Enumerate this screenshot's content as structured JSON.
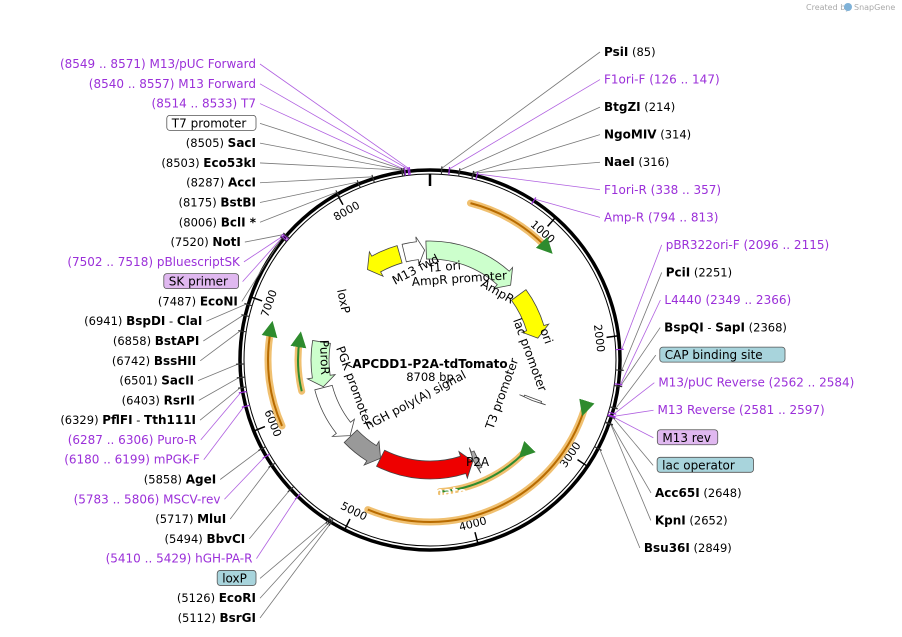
{
  "credit": {
    "prefix": "Created by",
    "brand": "SnapGene"
  },
  "plasmid": {
    "name": "APCDD1-P2A-tdTomato",
    "size_label": "8708 bp",
    "length": 8708
  },
  "ticks": [
    {
      "bp": 1000,
      "label": "1000"
    },
    {
      "bp": 2000,
      "label": "2000"
    },
    {
      "bp": 3000,
      "label": "3000"
    },
    {
      "bp": 4000,
      "label": "4000"
    },
    {
      "bp": 5000,
      "label": "5000"
    },
    {
      "bp": 6000,
      "label": "6000"
    },
    {
      "bp": 7000,
      "label": "7000"
    },
    {
      "bp": 8000,
      "label": "8000"
    }
  ],
  "features": [
    {
      "name": "f1 ori",
      "start": 7870,
      "end": 8320,
      "color": "#ffff00",
      "ring": 0,
      "dir": -1
    },
    {
      "name": "AmpR promoter",
      "start": 8380,
      "end": 8640,
      "color": "#ffffff",
      "ring": 0,
      "dir": 1
    },
    {
      "name": "AmpR",
      "start": 8660,
      "end": 1140,
      "color": "#ccffcc",
      "ring": 0,
      "dir": 1
    },
    {
      "name": "ori",
      "start": 1300,
      "end": 1900,
      "color": "#ffff00",
      "ring": 0,
      "dir": 1
    },
    {
      "name": "tdTomato",
      "start": 3800,
      "end": 5000,
      "color": "#ee0000",
      "ring": 0,
      "dir": -1
    },
    {
      "name": "hGH poly(A) signal",
      "start": 5000,
      "end": 5470,
      "color": "#999999",
      "ring": 0,
      "dir": -1
    },
    {
      "name": "PGK promoter",
      "start": 5480,
      "end": 6180,
      "color": "#ffffff",
      "ring": 0,
      "dir": -1
    },
    {
      "name": "PuroR",
      "start": 6190,
      "end": 6760,
      "color": "#ccffcc",
      "ring": 0,
      "dir": -1
    },
    {
      "name": "P2A",
      "start": 3730,
      "end": 3790,
      "color": "#aaaaaa",
      "ring": 0,
      "dir": 1
    },
    {
      "name": "T3 promoter",
      "start": 2670,
      "end": 2700,
      "color": "#ffffff",
      "ring": 0,
      "dir": 1
    }
  ],
  "inner_labels": [
    {
      "text": "M13 fwd"
    },
    {
      "text": "f1 ori"
    },
    {
      "text": "AmpR promoter"
    },
    {
      "text": "AmpR"
    },
    {
      "text": "ori"
    },
    {
      "text": "lac promoter"
    },
    {
      "text": "T3 promoter"
    },
    {
      "text": "P2A"
    },
    {
      "text": "tdTomato"
    },
    {
      "text": "hGH poly(A) signal"
    },
    {
      "text": "PGK promoter"
    },
    {
      "text": "PuroR"
    },
    {
      "text": "loxP"
    }
  ],
  "orf_arcs": [
    {
      "start": 350,
      "end": 1120,
      "dir": 1,
      "ring": 1
    },
    {
      "start": 2600,
      "end": 4900,
      "dir": -1,
      "ring": 1
    },
    {
      "start": 3250,
      "end": 4250,
      "dir": -1,
      "ring": 2
    },
    {
      "start": 6200,
      "end": 6750,
      "dir": 1,
      "ring": 2
    },
    {
      "start": 5950,
      "end": 6800,
      "dir": 1,
      "ring": 1
    }
  ],
  "labels": [
    {
      "kind": "enz",
      "name": "PsiI",
      "pos": "(85)",
      "bp": 85
    },
    {
      "kind": "prim",
      "name": "F1ori-F",
      "pos": "(126 .. 147)",
      "bp": 140
    },
    {
      "kind": "enz",
      "name": "BtgZI",
      "pos": "(214)",
      "bp": 214
    },
    {
      "kind": "enz",
      "name": "NgoMIV",
      "pos": "(314)",
      "bp": 314
    },
    {
      "kind": "enz",
      "name": "NaeI",
      "pos": "(316)",
      "bp": 316
    },
    {
      "kind": "prim",
      "name": "F1ori-R",
      "pos": "(338 .. 357)",
      "bp": 345
    },
    {
      "kind": "prim",
      "name": "Amp-R",
      "pos": "(794 .. 813)",
      "bp": 800
    },
    {
      "kind": "prim",
      "name": "pBR322ori-F",
      "pos": "(2096 .. 2115)",
      "bp": 2100
    },
    {
      "kind": "enz",
      "name": "PciI",
      "pos": "(2251)",
      "bp": 2251
    },
    {
      "kind": "prim",
      "name": "L4440",
      "pos": "(2349 .. 2366)",
      "bp": 2355
    },
    {
      "kind": "enz",
      "name": "BspQI",
      "name2": "SapI",
      "pos": "(2368)",
      "bp": 2368
    },
    {
      "kind": "box",
      "name": "CAP binding site",
      "fill": "#a8d4dc",
      "bp": 2530
    },
    {
      "kind": "prim",
      "name": "M13/pUC Reverse",
      "pos": "(2562 .. 2584)",
      "bp": 2570
    },
    {
      "kind": "box",
      "name": "lac operator",
      "fill": "#a8d4dc",
      "bp": 2600
    },
    {
      "kind": "prim",
      "name": "M13 Reverse",
      "pos": "(2581 .. 2597)",
      "bp": 2590
    },
    {
      "kind": "pbox",
      "name": "M13 rev",
      "fill": "#e0b8f0",
      "bp": 2595
    },
    {
      "kind": "enz",
      "name": "Acc65I",
      "pos": "(2648)",
      "bp": 2648
    },
    {
      "kind": "enz",
      "name": "KpnI",
      "pos": "(2652)",
      "bp": 2652
    },
    {
      "kind": "enz",
      "name": "Bsu36I",
      "pos": "(2849)",
      "bp": 2849
    },
    {
      "kind": "enz",
      "name": "BsrGI",
      "pos": "(5112)",
      "bp": 5112
    },
    {
      "kind": "enz",
      "name": "EcoRI",
      "pos": "(5126)",
      "bp": 5126
    },
    {
      "kind": "box",
      "name": "loxP",
      "fill": "#a8d4dc",
      "bp": 5140
    },
    {
      "kind": "prim",
      "name": "hGH-PA-R",
      "pos": "(5410 .. 5429)",
      "bp": 5420
    },
    {
      "kind": "enz",
      "name": "BbvCI",
      "pos": "(5494)",
      "bp": 5494
    },
    {
      "kind": "enz",
      "name": "MluI",
      "pos": "(5717)",
      "bp": 5717
    },
    {
      "kind": "prim",
      "name": "MSCV-rev",
      "pos": "(5783 .. 5806)",
      "bp": 5795
    },
    {
      "kind": "enz",
      "name": "AgeI",
      "pos": "(5858)",
      "bp": 5858
    },
    {
      "kind": "prim",
      "name": "mPGK-F",
      "pos": "(6180 .. 6199)",
      "bp": 6190
    },
    {
      "kind": "prim",
      "name": "Puro-R",
      "pos": "(6287 .. 6306)",
      "bp": 6295
    },
    {
      "kind": "enz",
      "name": "PflFI",
      "name2": "Tth111I",
      "pos": "(6329)",
      "bp": 6329
    },
    {
      "kind": "enz",
      "name": "RsrII",
      "pos": "(6403)",
      "bp": 6403
    },
    {
      "kind": "enz",
      "name": "SacII",
      "pos": "(6501)",
      "bp": 6501
    },
    {
      "kind": "enz",
      "name": "BssHII",
      "pos": "(6742)",
      "bp": 6742
    },
    {
      "kind": "enz",
      "name": "BstAPI",
      "pos": "(6858)",
      "bp": 6858
    },
    {
      "kind": "enz",
      "name": "BspDI",
      "name2": "ClaI",
      "pos": "(6941)",
      "bp": 6941
    },
    {
      "kind": "enz",
      "name": "EcoNI",
      "pos": "(7487)",
      "bp": 7487
    },
    {
      "kind": "pbox",
      "name": "SK primer",
      "fill": "#e0b8f0",
      "bp": 7495
    },
    {
      "kind": "prim",
      "name": "pBluescriptSK",
      "pos": "(7502 .. 7518)",
      "bp": 7510
    },
    {
      "kind": "enz",
      "name": "NotI",
      "pos": "(7520)",
      "bp": 7520
    },
    {
      "kind": "enz",
      "name": "BclI *",
      "pos": "(8006)",
      "bp": 8006
    },
    {
      "kind": "enz",
      "name": "BstBI",
      "pos": "(8175)",
      "bp": 8175
    },
    {
      "kind": "enz",
      "name": "AccI",
      "pos": "(8287)",
      "bp": 8287
    },
    {
      "kind": "enz",
      "name": "Eco53kI",
      "pos": "(8503)",
      "bp": 8503
    },
    {
      "kind": "enz",
      "name": "SacI",
      "pos": "(8505)",
      "bp": 8505
    },
    {
      "kind": "box",
      "name": "T7 promoter",
      "fill": "#ffffff",
      "bp": 8520
    },
    {
      "kind": "prim",
      "name": "T7",
      "pos": "(8514 .. 8533)",
      "bp": 8525
    },
    {
      "kind": "prim",
      "name": "M13 Forward",
      "pos": "(8540 .. 8557)",
      "bp": 8550
    },
    {
      "kind": "prim",
      "name": "M13/pUC Forward",
      "pos": "(8549 .. 8571)",
      "bp": 8560
    }
  ]
}
